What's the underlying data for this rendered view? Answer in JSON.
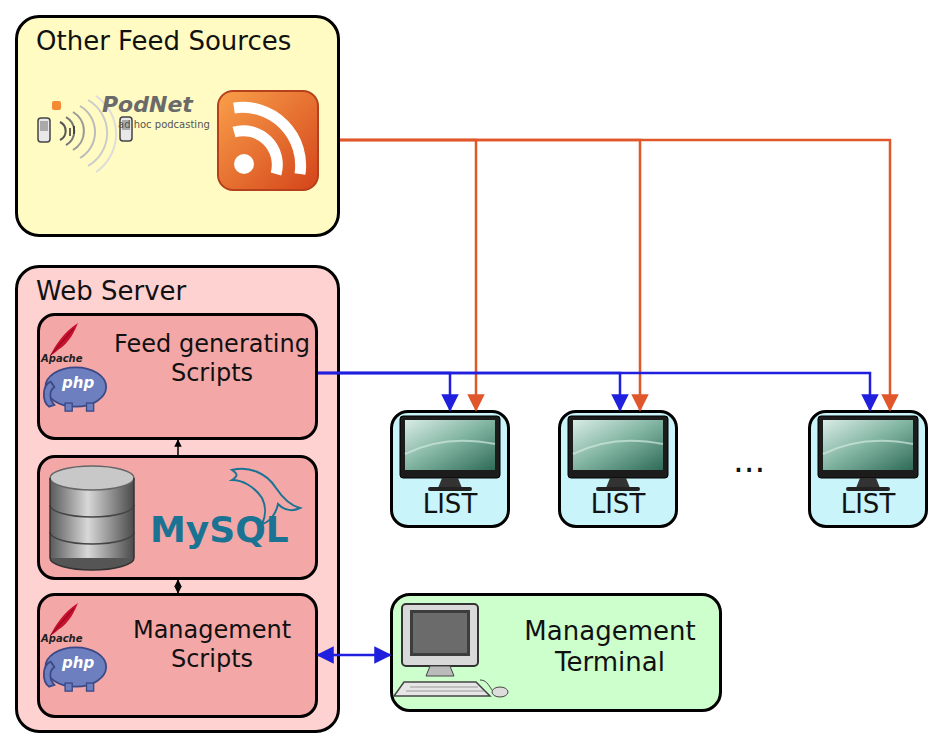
{
  "diagram": {
    "nodes": [
      {
        "text": [
          "Other Feed Sources"
        ]
      },
      {
        "text": [
          "Web Server"
        ]
      },
      {
        "text": [
          "Feed generating Scripts"
        ],
        "in": 1
      },
      {
        "text": [
          "MySQL"
        ],
        "in": 1
      },
      {
        "text": [
          "Management Scripts"
        ],
        "in": 1
      },
      {
        "text": [
          "LIST"
        ]
      },
      {
        "text": [
          "LIST"
        ]
      },
      {
        "text": [
          "LIST"
        ]
      },
      {
        "text": [
          "Management Terminal"
        ]
      }
    ],
    "edges": [
      {
        "from": 0,
        "to": 5,
        "arrow": "to"
      },
      {
        "from": 0,
        "to": 6,
        "arrow": "to"
      },
      {
        "from": 0,
        "to": 7,
        "arrow": "to"
      },
      {
        "from": 2,
        "to": 5,
        "arrow": "to"
      },
      {
        "from": 2,
        "to": 6,
        "arrow": "to"
      },
      {
        "from": 2,
        "to": 7,
        "arrow": "to"
      },
      {
        "from": 3,
        "to": 2,
        "arrow": "to"
      },
      {
        "from": 3,
        "to": 4,
        "arrow": "both"
      },
      {
        "from": 4,
        "to": 8,
        "arrow": "both"
      }
    ],
    "labels": [
      "PodNet",
      "ad hoc podcasting",
      "Apache",
      "php",
      "Apache",
      "php",
      "..."
    ]
  }
}
